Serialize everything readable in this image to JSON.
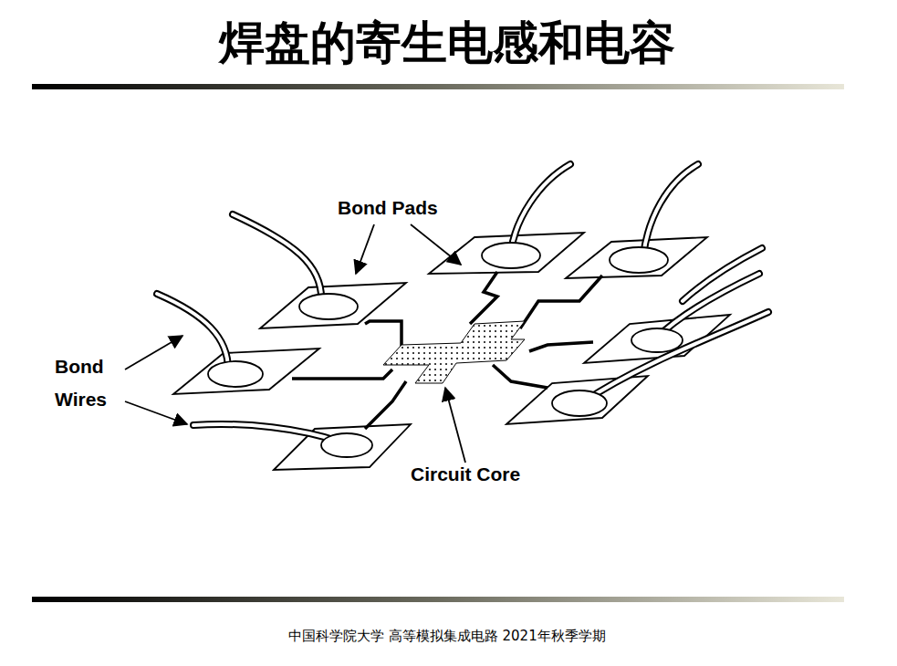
{
  "diagram": {
    "title": "焊盘的寄生电感和电容",
    "labels": [
      "Bond Pads",
      "Bond Wires",
      "Circuit Core",
      "中国科学院大学 高等模拟集成电路 2021年秋季学期"
    ]
  }
}
